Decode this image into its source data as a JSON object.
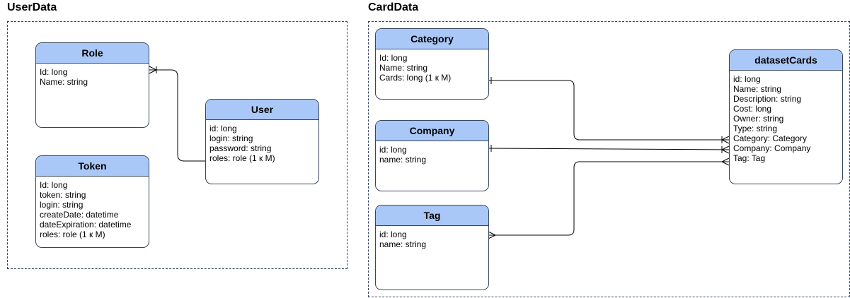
{
  "groups": {
    "user_data": {
      "title": "UserData"
    },
    "card_data": {
      "title": "CardData"
    }
  },
  "entities": {
    "role": {
      "name": "Role",
      "fields": [
        "Id: long",
        "Name: string"
      ]
    },
    "token": {
      "name": "Token",
      "fields": [
        "Id: long",
        "token: string",
        "login: string",
        "createDate: datetime",
        "dateExpiration: datetime",
        "roles: role (1 к М)"
      ]
    },
    "user": {
      "name": "User",
      "fields": [
        "id: long",
        "login: string",
        "password: string",
        "roles: role (1 к М)"
      ]
    },
    "category": {
      "name": "Category",
      "fields": [
        "Id: long",
        "Name: string",
        "Cards: long (1 к М)"
      ]
    },
    "company": {
      "name": "Company",
      "fields": [
        "id: long",
        "name: string"
      ]
    },
    "tag": {
      "name": "Tag",
      "fields": [
        "id: long",
        "name: string"
      ]
    },
    "dataset_cards": {
      "name": "datasetCards",
      "fields": [
        "id: long",
        "Name: string",
        "Description: string",
        "Cost: long",
        "Owner: string",
        "Type: string",
        "Category: Category",
        "Company: Company",
        "Tag: Tag"
      ]
    }
  },
  "relations": [
    {
      "from": "user",
      "to": "role",
      "from_end": "one",
      "to_end": "one-or-many"
    },
    {
      "from": "category",
      "to": "dataset_cards",
      "from_end": "one",
      "to_end": "one-or-many"
    },
    {
      "from": "company",
      "to": "dataset_cards",
      "from_end": "one",
      "to_end": "one-or-many"
    },
    {
      "from": "tag",
      "to": "dataset_cards",
      "from_end": "many",
      "to_end": "many"
    }
  ]
}
